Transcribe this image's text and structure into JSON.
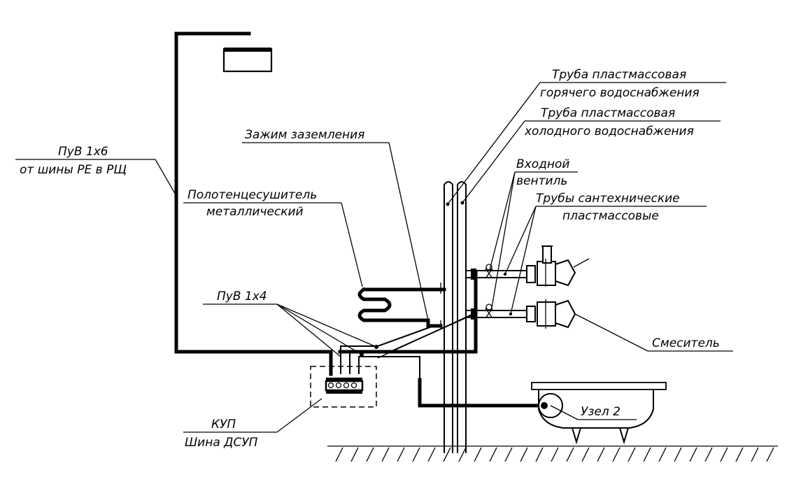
{
  "labels": {
    "pvb16_line1": "ПуВ 1х6",
    "pvb16_line2": "от шины РЕ в РЩ",
    "towel_line1": "Полотенцесушитель",
    "towel_line2": "металлический",
    "clamp": "Зажим заземления",
    "hot_pipe_line1": "Труба пластмассовая",
    "hot_pipe_line2": "горячего водоснабжения",
    "cold_pipe_line1": "Труба пластмассовая",
    "cold_pipe_line2": "холодного водоснабжения",
    "valve_line1": "Входной",
    "valve_line2": "вентиль",
    "plumb_line1": "Трубы сантехнические",
    "plumb_line2": "пластмассовые",
    "pvb14": "ПуВ 1х4",
    "mixer": "Смеситель",
    "kup_line1": "КУП",
    "kup_line2": "Шина ДСУП",
    "node2": "Узел 2"
  }
}
